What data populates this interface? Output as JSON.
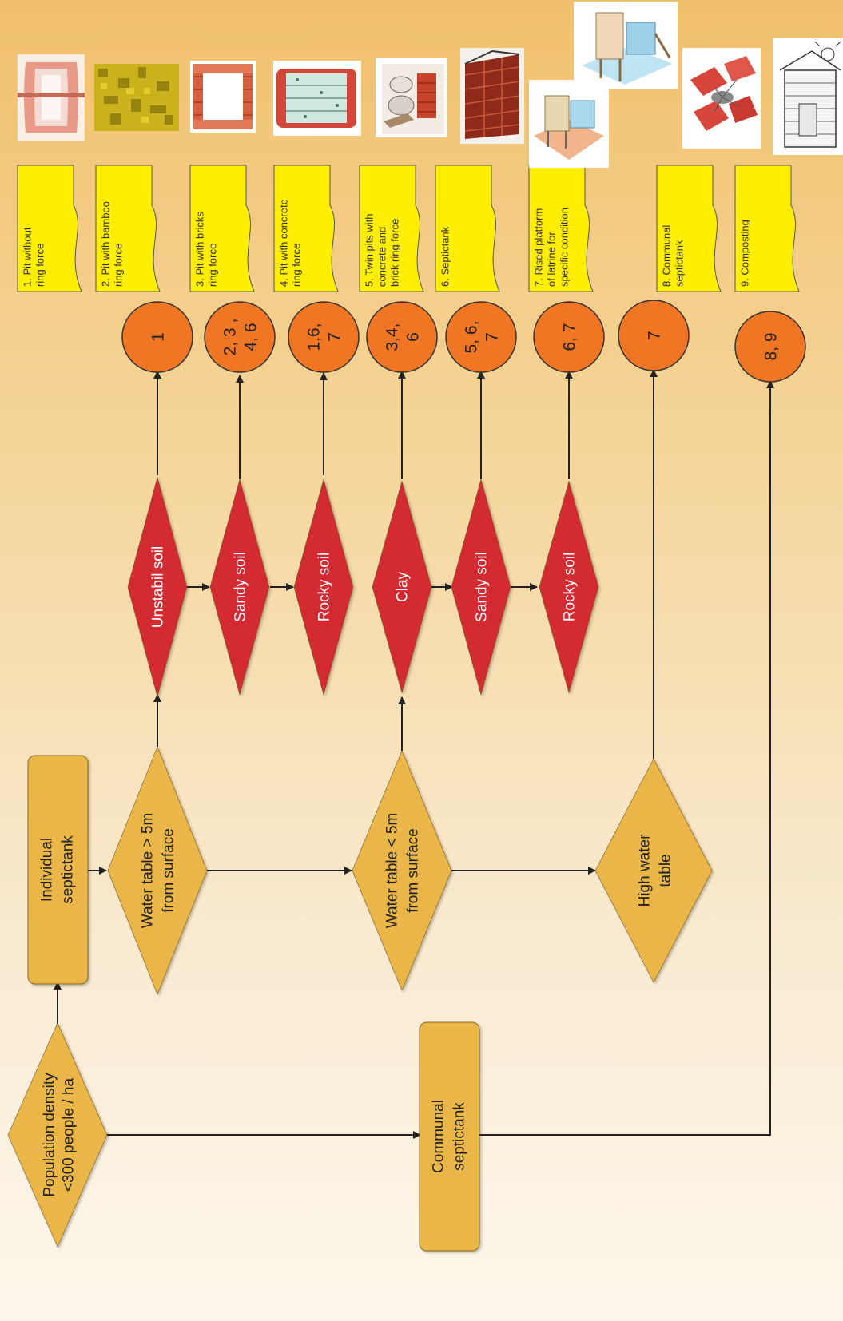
{
  "start": {
    "lines": [
      "Population density",
      "<300 people / ha"
    ]
  },
  "individual": {
    "lines": [
      "Individual",
      "septictank"
    ]
  },
  "communal": {
    "lines": [
      "Communal",
      "septictank"
    ]
  },
  "water_high_depth": {
    "lines": [
      "Water table > 5m",
      "from surface"
    ]
  },
  "water_low_depth": {
    "lines": [
      "Water table < 5m",
      "from surface"
    ]
  },
  "high_water": {
    "lines": [
      "High water",
      "table"
    ]
  },
  "soils_upper": [
    "Unstabil soil",
    "Sandy soil",
    "Rocky  soil"
  ],
  "soils_lower": [
    "Clay",
    "Sandy soil",
    "Rocky soil"
  ],
  "results": [
    {
      "lines": [
        "1"
      ]
    },
    {
      "lines": [
        "2, 3 ,",
        "4, 6"
      ]
    },
    {
      "lines": [
        "1,6,",
        "7"
      ]
    },
    {
      "lines": [
        "3,4,",
        "6"
      ]
    },
    {
      "lines": [
        "5, 6,",
        "7"
      ]
    },
    {
      "lines": [
        "6, 7"
      ]
    },
    {
      "lines": [
        "7"
      ]
    },
    {
      "lines": [
        "8, 9"
      ]
    }
  ],
  "options": [
    {
      "lines": [
        "1. Pit without",
        "ring force"
      ]
    },
    {
      "lines": [
        "2. Pit with bamboo",
        "ring force"
      ]
    },
    {
      "lines": [
        "3. Pit with bricks",
        "ring force"
      ]
    },
    {
      "lines": [
        "4. Pit with concrete",
        "ring force"
      ]
    },
    {
      "lines": [
        "5. Twin pits with",
        "concrete and",
        "brick ring force"
      ]
    },
    {
      "lines": [
        "6. Septictank"
      ]
    },
    {
      "lines": [
        "7. Rised platform",
        "of latrine for",
        "specific condition"
      ]
    },
    {
      "lines": [
        "8. Communal",
        "septictank"
      ]
    },
    {
      "lines": [
        "9. Composting"
      ]
    }
  ],
  "colors": {
    "decision_orange": "#e9b646",
    "decision_red": "#d42a30",
    "result_circle": "#f07623",
    "process_box": "#e9b646",
    "option_card": "#ffee00",
    "line": "#222222"
  },
  "illustrations": [
    "pit-without-ring-illustration",
    "bamboo-ring-illustration",
    "brick-ring-illustration",
    "concrete-ring-illustration",
    "twin-pits-illustration",
    "septic-tank-illustration",
    "raised-platform-illustration",
    "communal-septic-illustration",
    "composting-toilet-illustration"
  ]
}
